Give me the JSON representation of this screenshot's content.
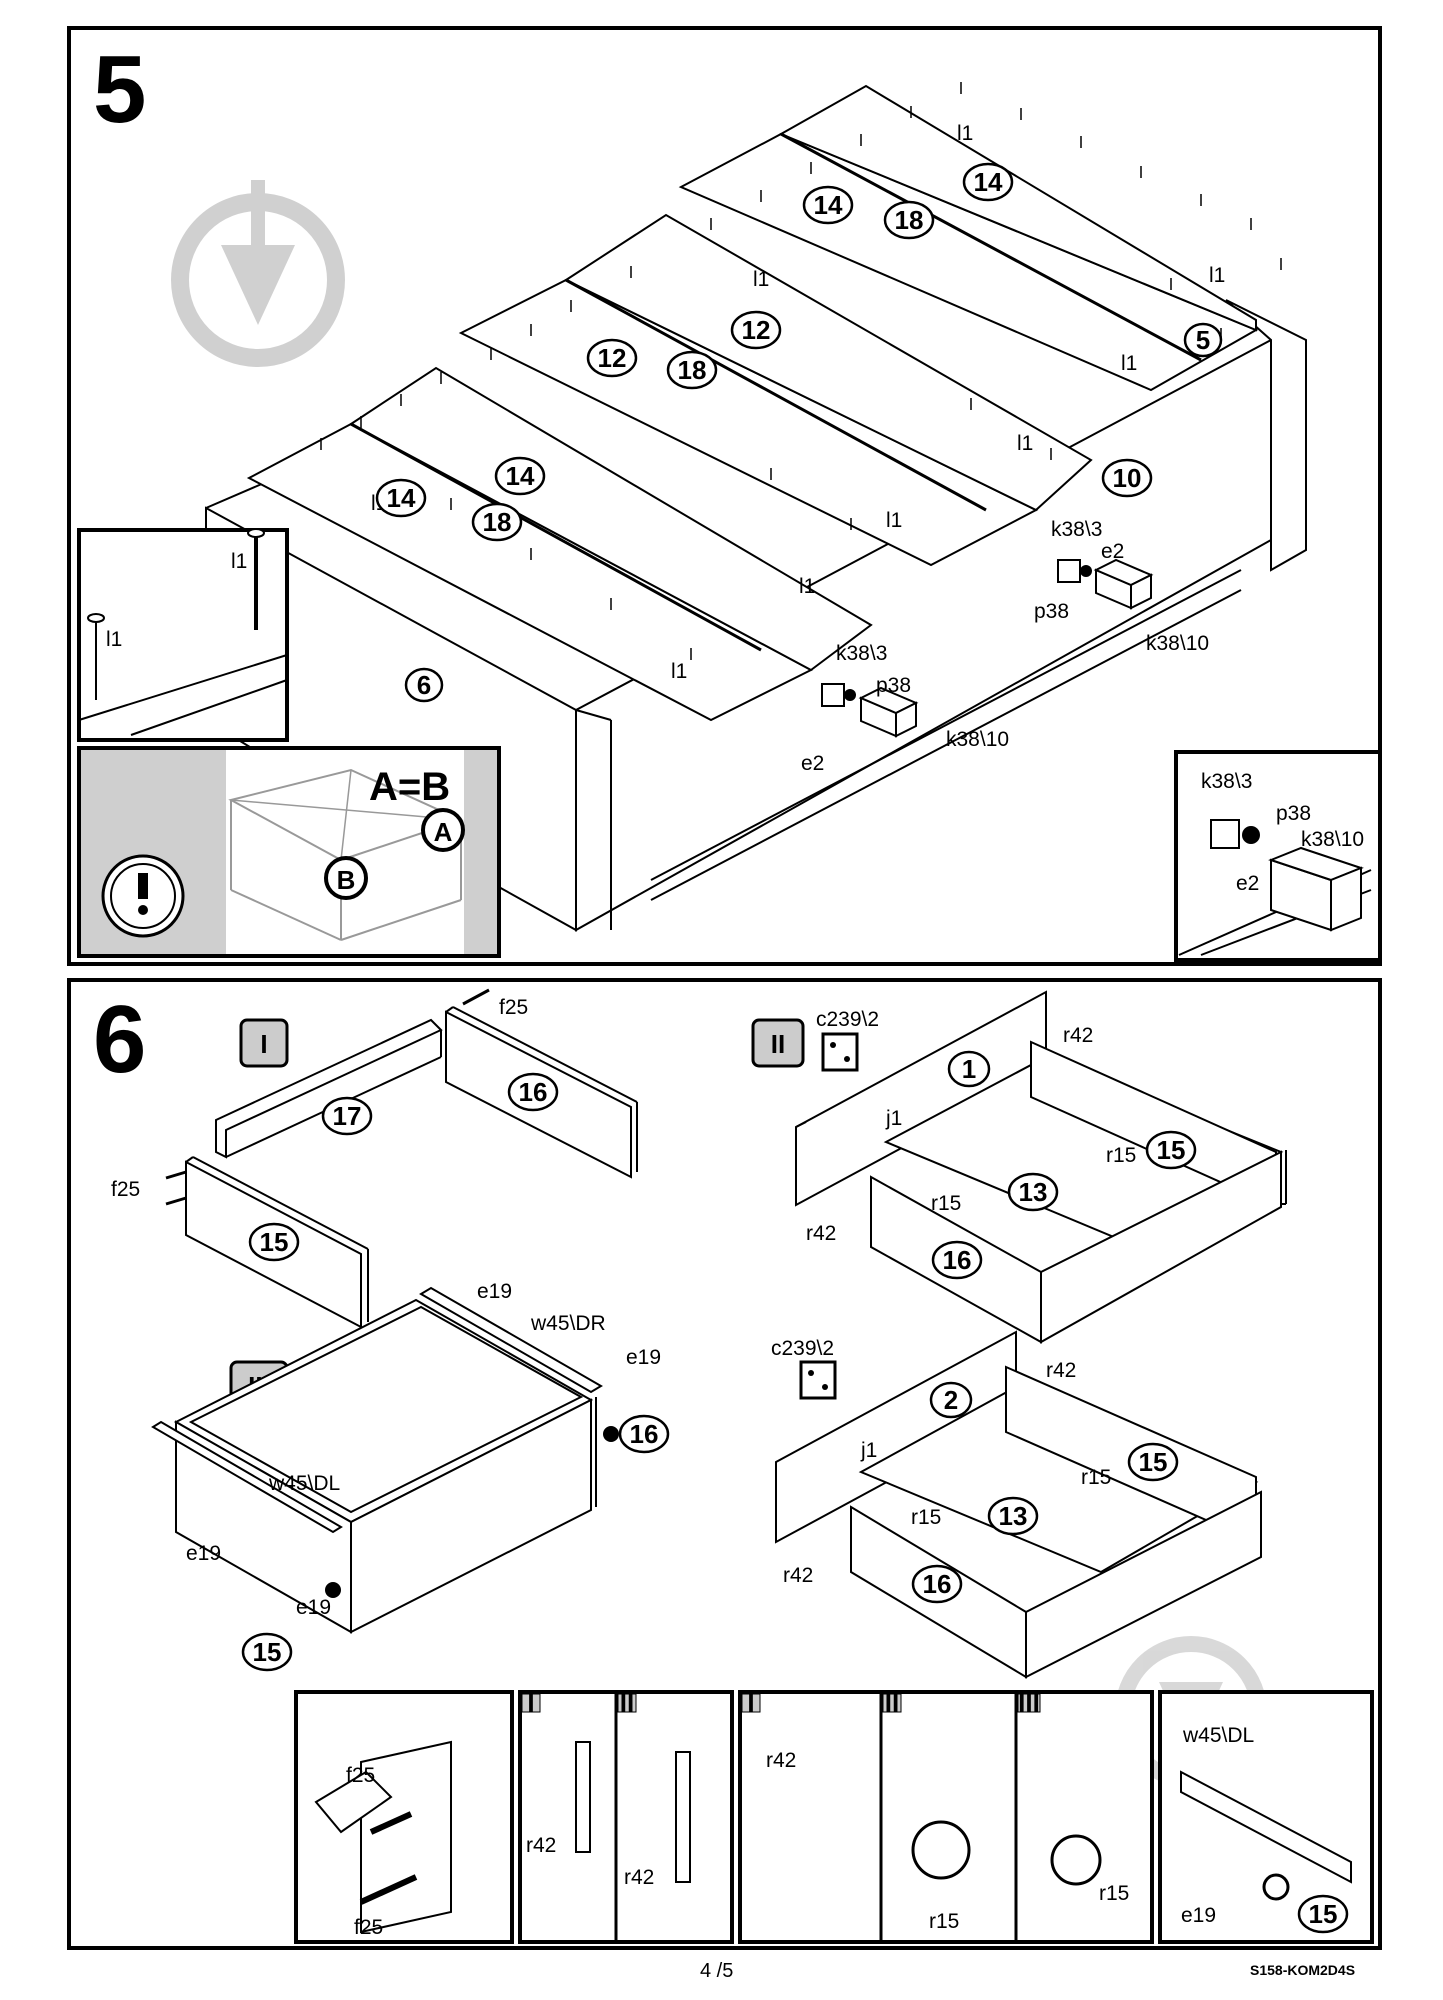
{
  "steps": {
    "step5": {
      "number": "5"
    },
    "step6": {
      "number": "6"
    }
  },
  "step5_labels": {
    "nail": "l1",
    "parts": {
      "p14": "14",
      "p18": "18",
      "p12": "12",
      "p5": "5",
      "p10": "10",
      "p6": "6"
    },
    "k38_3": "k38\\3",
    "k38_10": "k38\\10",
    "e2": "e2",
    "p38": "p38",
    "equal_note": "A=B",
    "letter_a": "A",
    "letter_b": "B"
  },
  "step6_labels": {
    "sub1": "I",
    "sub2": "II",
    "sub3": "III",
    "f25": "f25",
    "c239": "c239\\2",
    "r42": "r42",
    "r15": "r15",
    "j1": "j1",
    "e19": "e19",
    "w45dr": "w45\\DR",
    "w45dl": "w45\\DL",
    "parts": {
      "p1": "1",
      "p2": "2",
      "p13": "13",
      "p15": "15",
      "p16": "16",
      "p17": "17"
    }
  },
  "detail_tags": {
    "t1": "I",
    "t2": "II",
    "t3": "III"
  },
  "footer": {
    "page": "4 /5",
    "code": "S158-KOM2D4S"
  }
}
